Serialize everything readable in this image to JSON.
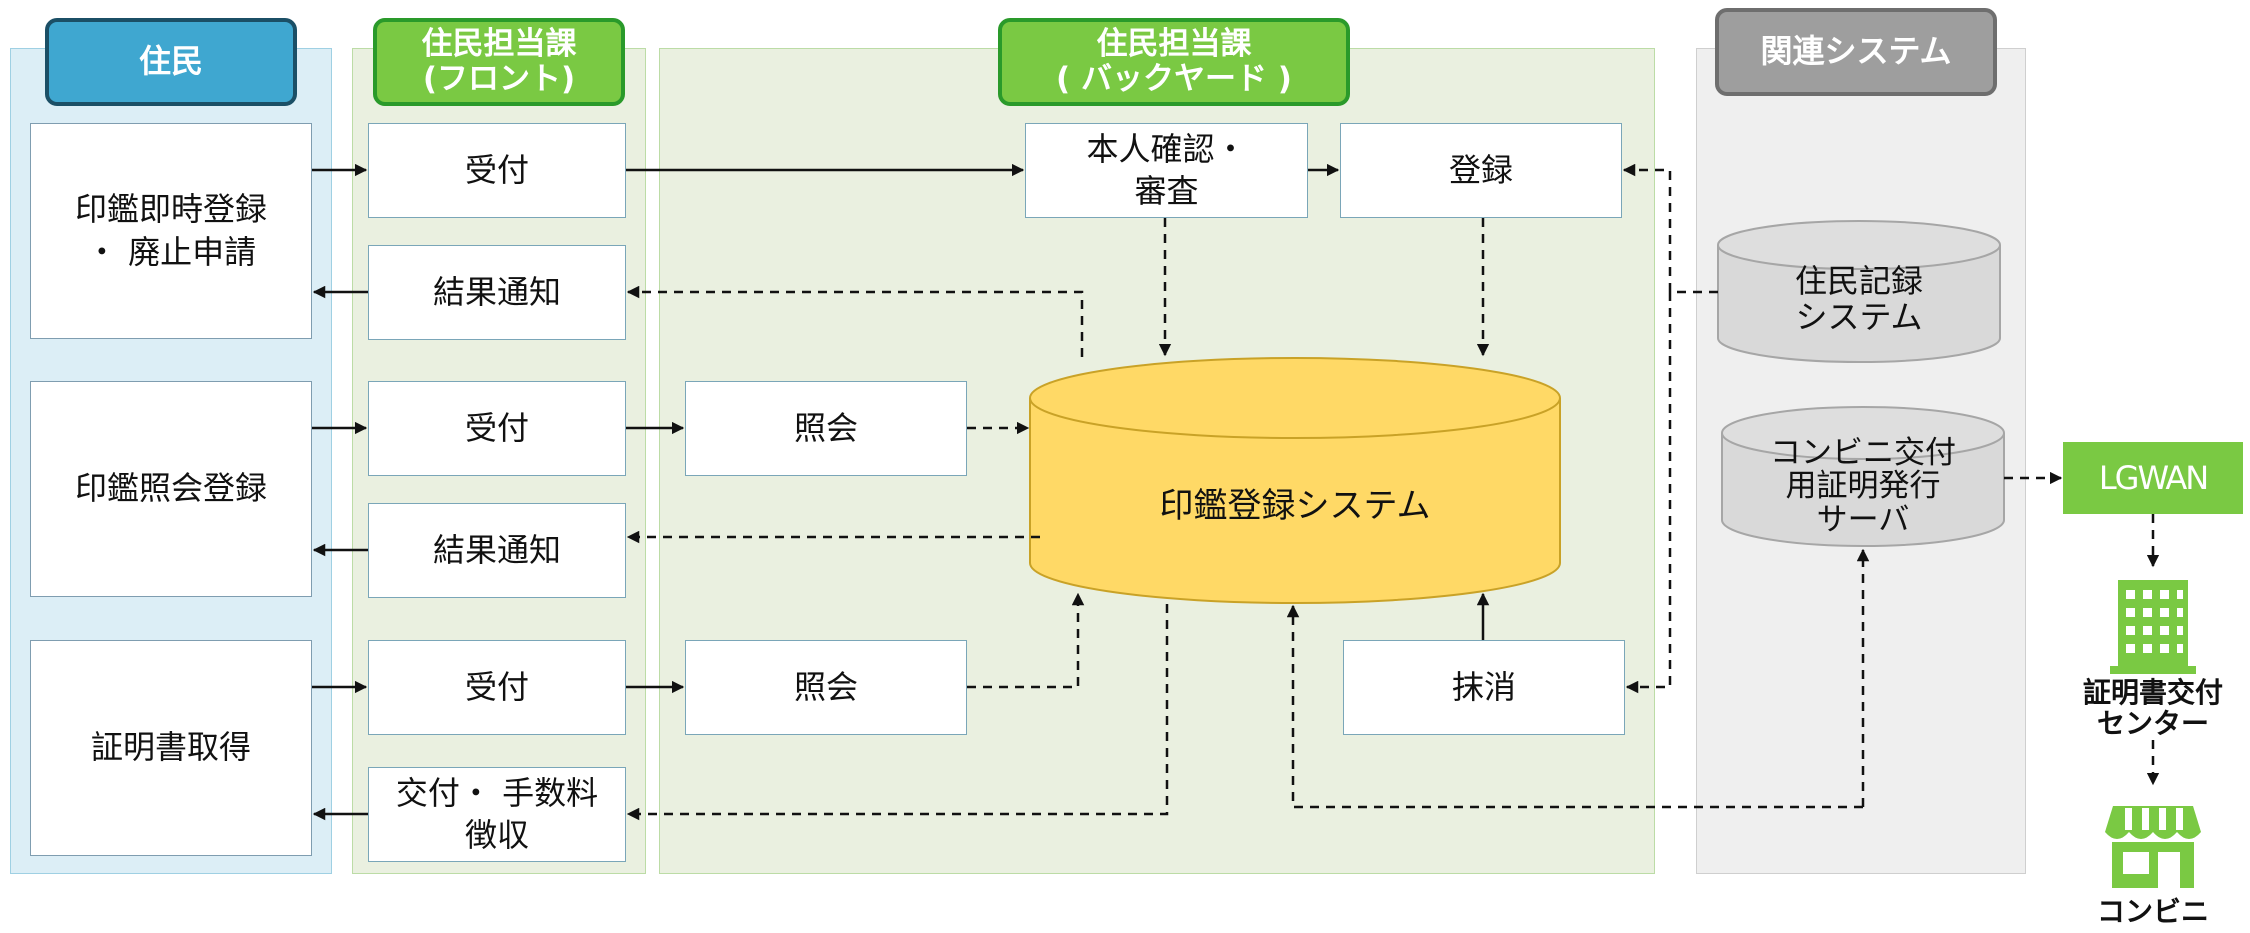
{
  "lanes": {
    "resident": "住民",
    "front": "住民担当課\n(フロント)",
    "back": "住民担当課\n( バックヤード )",
    "related": "関連システム"
  },
  "resident_boxes": {
    "seal_register": "印鑑即時登録\n・ 廃止申請",
    "seal_inquiry": "印鑑照会登録",
    "certificate": "証明書取得"
  },
  "front_boxes": {
    "reception_1": "受付",
    "result_1": "結果通知",
    "reception_2": "受付",
    "result_2": "結果通知",
    "reception_3": "受付",
    "issue_fee": "交付・ 手数料\n徴収"
  },
  "back_boxes": {
    "identity_check": "本人確認・\n審査",
    "registration": "登録",
    "inquiry_1": "照会",
    "inquiry_2": "照会",
    "cancellation": "抹消"
  },
  "systems": {
    "seal_system": "印鑑登録システム",
    "resident_records": "住民記録\nシステム",
    "convenience_server": "コンビニ交付\n用証明発行\nサーバ"
  },
  "external": {
    "lgwan": "LGWAN",
    "cert_center": "証明書交付\nセンター",
    "convenience_store": "コンビニ"
  },
  "colors": {
    "resident_header": "#3fa7d0",
    "staff_header": "#7ac943",
    "related_header": "#9e9e9e",
    "seal_db": "#ffd966",
    "lgwan": "#7ac943"
  }
}
